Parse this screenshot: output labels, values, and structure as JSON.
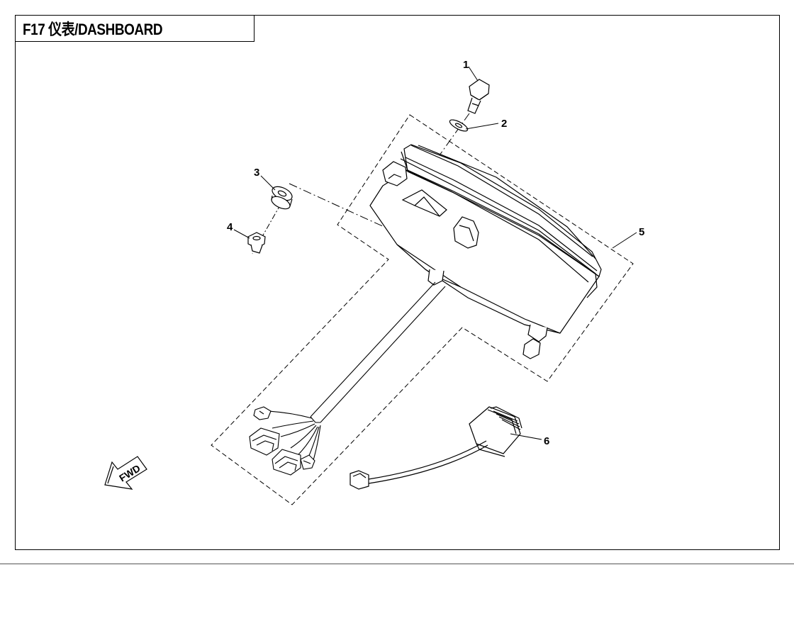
{
  "title": "F17 仪表/DASHBOARD",
  "callouts": [
    {
      "id": "1"
    },
    {
      "id": "2"
    },
    {
      "id": "3"
    },
    {
      "id": "4"
    },
    {
      "id": "5"
    },
    {
      "id": "6"
    }
  ],
  "fwd_label": "FWD"
}
